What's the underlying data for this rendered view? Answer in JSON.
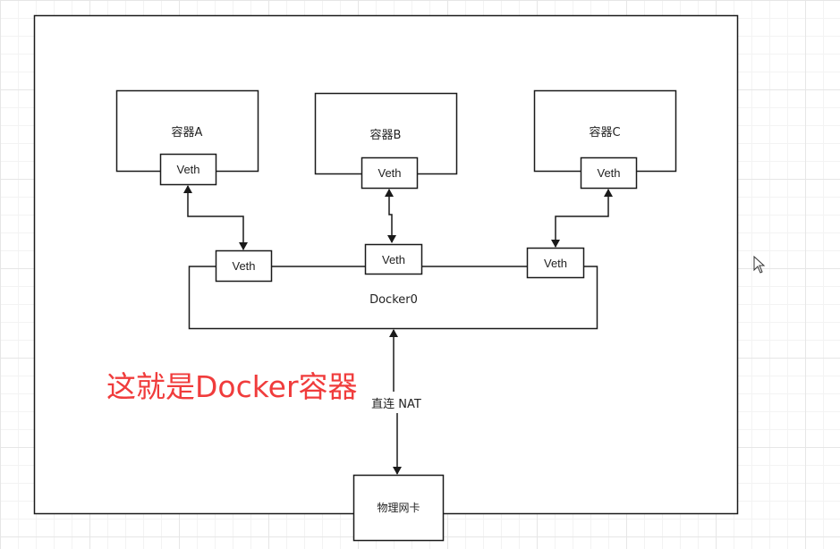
{
  "diagram": {
    "containers": [
      {
        "id": "a",
        "label": "容器A",
        "veth_label": "Veth"
      },
      {
        "id": "b",
        "label": "容器B",
        "veth_label": "Veth"
      },
      {
        "id": "c",
        "label": "容器C",
        "veth_label": "Veth"
      }
    ],
    "bridge": {
      "label": "Docker0",
      "veth_labels": [
        "Veth",
        "Veth",
        "Veth"
      ]
    },
    "uplink_label": "直连 NAT",
    "nic_label": "物理网卡",
    "caption": "这就是Docker容器",
    "colors": {
      "line": "#1a1a1a",
      "caption": "#f03c3c",
      "background": "#ffffff",
      "grid": "#e6e6e6"
    }
  }
}
